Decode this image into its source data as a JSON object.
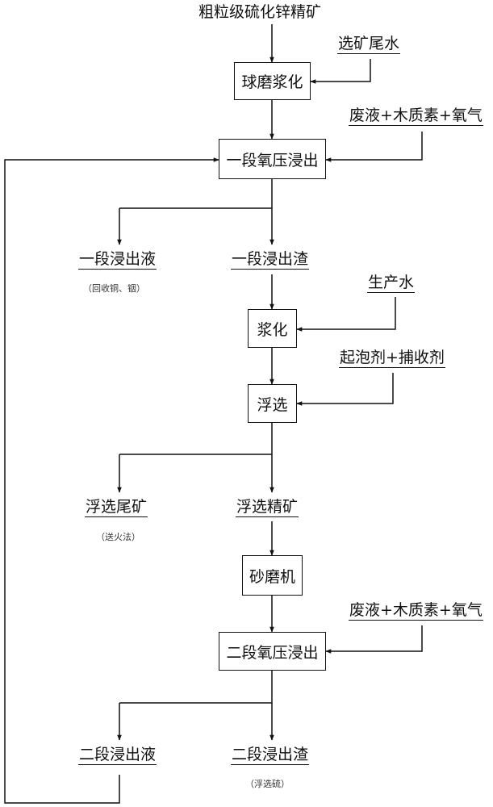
{
  "source": "粗粒级硫化锌精矿",
  "inputs": {
    "tailwater": "选矿尾水",
    "leach1_feed": "废液+木质素+氧气",
    "water": "生产水",
    "reagents": "起泡剂+捕收剂",
    "leach2_feed": "废液+木质素+氧气"
  },
  "steps": {
    "ball_mill": "球磨浆化",
    "leach1": "一段氧压浸出",
    "slurry": "浆化",
    "flotation": "浮选",
    "sand_mill": "砂磨机",
    "leach2": "二段氧压浸出"
  },
  "products": {
    "leach1_liquor": "一段浸出液",
    "leach1_residue": "一段浸出渣",
    "float_tailings": "浮选尾矿",
    "float_conc": "浮选精矿",
    "leach2_liquor": "二段浸出液",
    "leach2_residue": "二段浸出渣"
  },
  "notes": {
    "leach1_liquor": "（回收铜、铟）",
    "float_tailings": "（送火法）",
    "leach2_residue": "（浮选硫）"
  }
}
